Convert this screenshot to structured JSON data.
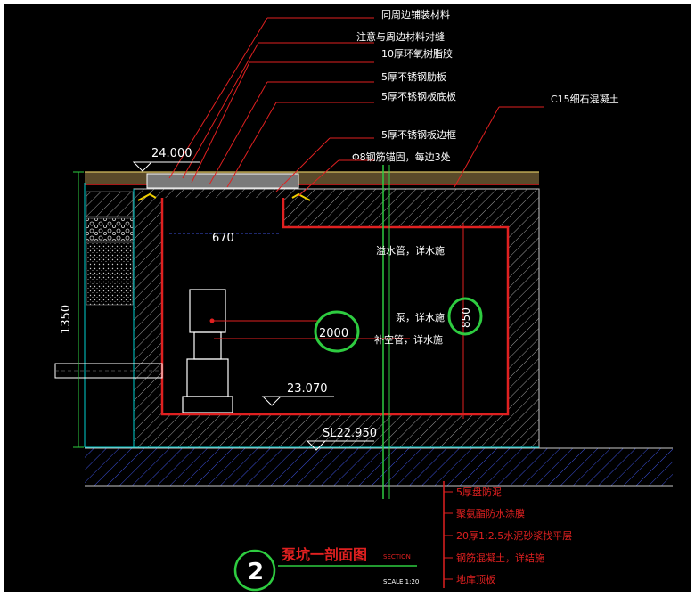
{
  "drawing": {
    "annotations_top": [
      "同周边铺装材料",
      "注意与周边材料对缝",
      "10厚环氧树脂胶",
      "5厚不锈钢肋板",
      "5厚不锈钢板底板",
      "5厚不锈钢板边框",
      "Φ8钢筋锚固，每边3处"
    ],
    "annotation_right": "C15细石混凝土",
    "elevations": {
      "top": "24.000",
      "bottom_inner": "23.070",
      "slab": "SL22.950"
    },
    "dimensions": {
      "left_height": "1350",
      "inner_width": "670",
      "pit_width": "2000",
      "right_depth": "850"
    },
    "inner_labels": [
      "溢水管，详水施",
      "泵，详水施",
      "补空管，详水施"
    ],
    "layer_labels": [
      "5厚盘防泥",
      "聚氨酯防水涂膜",
      "20厚1:2.5水泥砂浆找平层",
      "钢筋混凝土，详结施",
      "地库顶板"
    ],
    "title": {
      "number": "2",
      "text": "泵坑一剖面图",
      "sub": "SECTION",
      "scale": "SCALE 1:20"
    },
    "colors": {
      "background": "#000000",
      "frame": "#ffffff",
      "red": "#e02020",
      "green": "#2ecc40",
      "cyan": "#00d2d2",
      "blue": "#3b4fd8",
      "text": "#ffffff"
    }
  }
}
